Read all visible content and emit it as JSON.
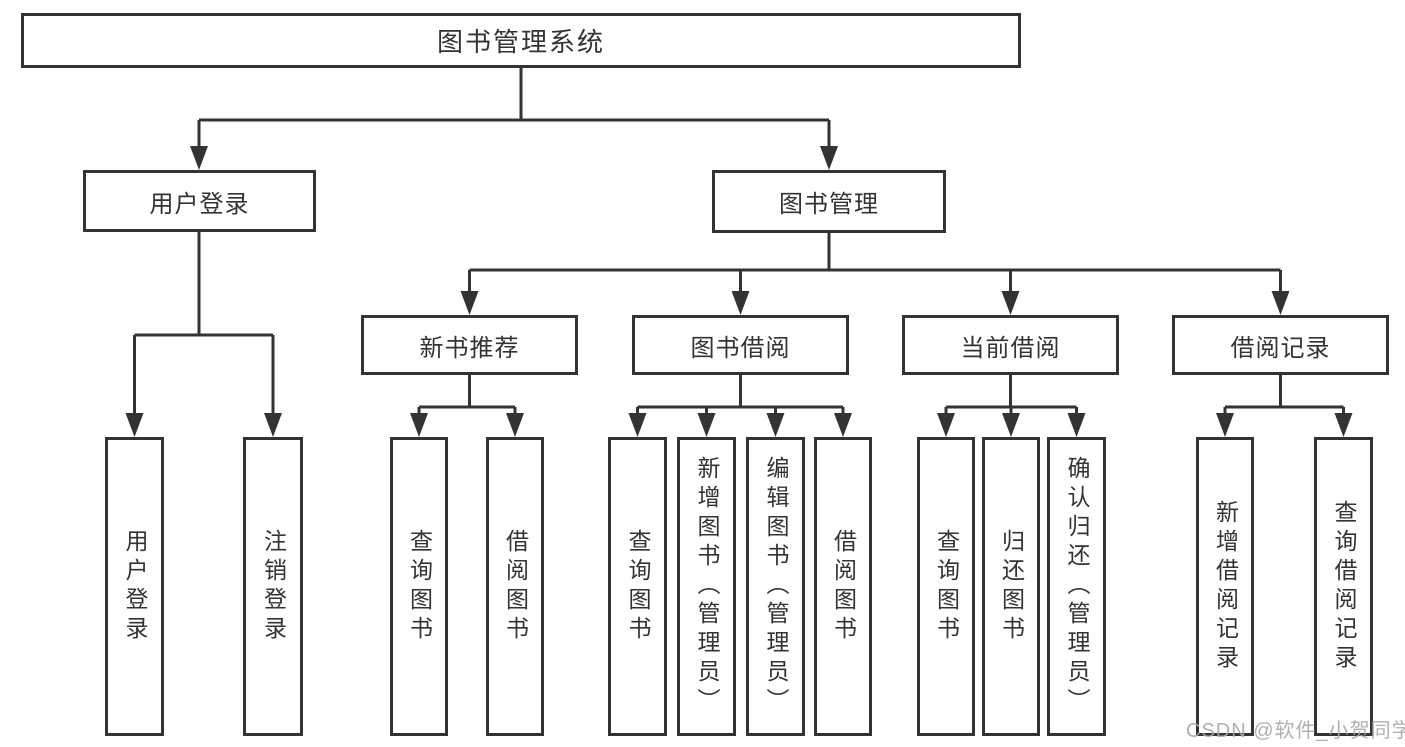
{
  "diagram": {
    "root": {
      "label": "图书管理系统"
    },
    "user_login": {
      "label": "用户登录",
      "children": [
        "用户登录",
        "注销登录"
      ]
    },
    "book_management": {
      "label": "图书管理"
    },
    "new_book_recommend": {
      "label": "新书推荐",
      "children": [
        "查询图书",
        "借阅图书"
      ]
    },
    "book_borrow": {
      "label": "图书借阅",
      "children": [
        "查询图书",
        "新增图书（管理员）",
        "编辑图书（管理员）",
        "借阅图书"
      ]
    },
    "current_borrow": {
      "label": "当前借阅",
      "children": [
        "查询图书",
        "归还图书",
        "确认归还（管理员）"
      ]
    },
    "borrow_records": {
      "label": "借阅记录",
      "children": [
        "新增借阅记录",
        "查询借阅记录"
      ]
    }
  },
  "watermark": {
    "text": "CSDN @软件_小贺同学"
  },
  "colors": {
    "line": "#333333",
    "text": "#333333",
    "background": "#ffffff",
    "watermark": "#a8a8a8"
  }
}
